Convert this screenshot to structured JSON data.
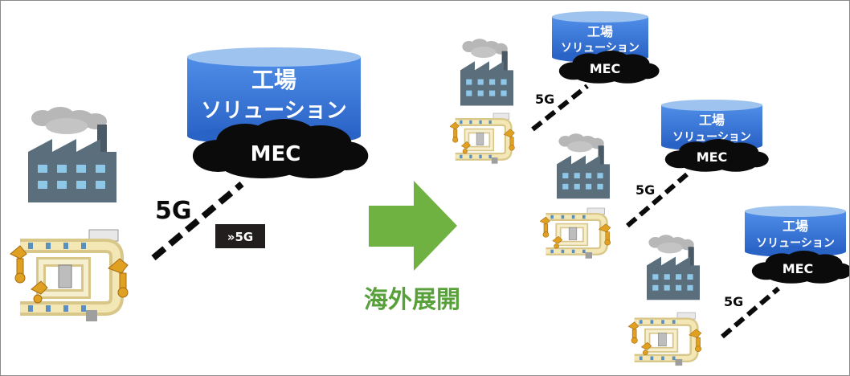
{
  "colors": {
    "cylinder_top": "#9ec3ef",
    "cylinder_body": "#2f6fd4",
    "cloud": "#0b0b0b",
    "arrow": "#6fb241",
    "arrow_text": "#58a13a",
    "factory": "#5b6e7b",
    "smoke": "#b7b7b7",
    "badge": "#221e1e"
  },
  "main": {
    "solution_line1": "工場",
    "solution_line2": "ソリューション",
    "mec_label": "MEC",
    "link_label": "5G",
    "badge_text": "»5G"
  },
  "arrow_label": "海外展開",
  "deployments": [
    {
      "solution_line1": "工場",
      "solution_line2": "ソリューション",
      "mec_label": "MEC",
      "link_label": "5G"
    },
    {
      "solution_line1": "工場",
      "solution_line2": "ソリューション",
      "mec_label": "MEC",
      "link_label": "5G"
    },
    {
      "solution_line1": "工場",
      "solution_line2": "ソリューション",
      "mec_label": "MEC",
      "link_label": "5G"
    }
  ],
  "icons": [
    "factory-icon",
    "conveyor-robot-icon",
    "cloud-icon",
    "database-cylinder-icon",
    "right-arrow-icon"
  ]
}
